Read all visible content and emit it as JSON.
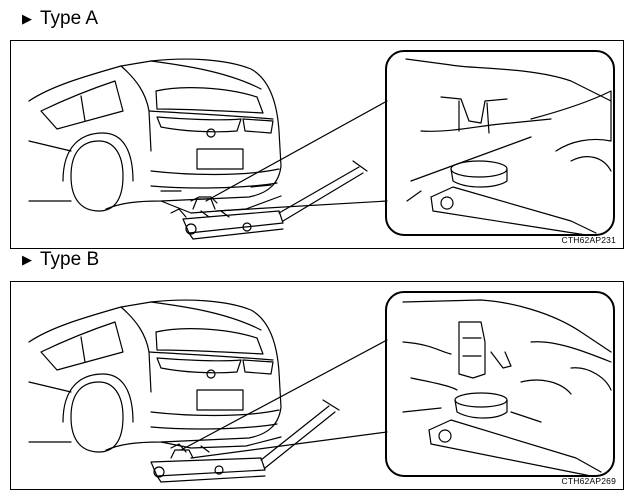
{
  "sections": [
    {
      "marker_icon": "right-triangle-icon",
      "marker": "▶",
      "title": "Type A",
      "figure_code": "CTH62AP231"
    },
    {
      "marker_icon": "right-triangle-icon",
      "marker": "▶",
      "title": "Type B",
      "figure_code": "CTH62AP269"
    }
  ]
}
